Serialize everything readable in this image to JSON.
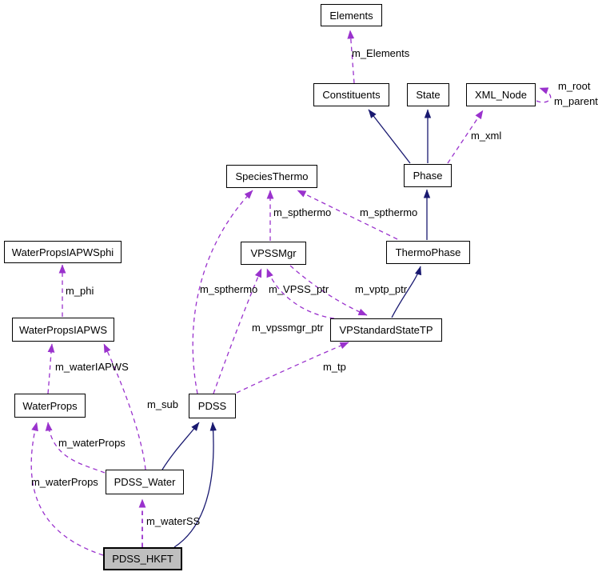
{
  "diagram": {
    "kind": "class-collaboration-graph",
    "focus_node": "PDSS_HKFT"
  },
  "colors": {
    "usage_edge": "#9a32cd",
    "inheritance_edge": "#191970",
    "node_fill": "#ffffff",
    "focus_node_fill": "#bfbfbf",
    "node_border": "#000000",
    "label_color": "#000000",
    "background": "#ffffff"
  },
  "nodes": [
    {
      "id": "elements",
      "label": "Elements"
    },
    {
      "id": "constituents",
      "label": "Constituents"
    },
    {
      "id": "state",
      "label": "State"
    },
    {
      "id": "xml-node",
      "label": "XML_Node"
    },
    {
      "id": "species-thermo",
      "label": "SpeciesThermo"
    },
    {
      "id": "phase",
      "label": "Phase"
    },
    {
      "id": "waterprops-iapws-phi",
      "label": "WaterPropsIAPWSphi"
    },
    {
      "id": "vpssmgr",
      "label": "VPSSMgr"
    },
    {
      "id": "thermo-phase",
      "label": "ThermoPhase"
    },
    {
      "id": "waterprops-iapws",
      "label": "WaterPropsIAPWS"
    },
    {
      "id": "vp-standard-state-tp",
      "label": "VPStandardStateTP"
    },
    {
      "id": "waterprops",
      "label": "WaterProps"
    },
    {
      "id": "pdss",
      "label": "PDSS"
    },
    {
      "id": "pdss-water",
      "label": "PDSS_Water"
    },
    {
      "id": "pdss-hkft",
      "label": "PDSS_HKFT"
    }
  ],
  "edges": [
    {
      "from": "Constituents",
      "to": "Elements",
      "type": "usage",
      "label": "m_Elements"
    },
    {
      "from": "XML_Node",
      "to": "XML_Node",
      "type": "usage",
      "label": "m_root"
    },
    {
      "from": "XML_Node",
      "to": "XML_Node",
      "type": "usage",
      "label": "m_parent"
    },
    {
      "from": "Phase",
      "to": "XML_Node",
      "type": "usage",
      "label": "m_xml"
    },
    {
      "from": "Phase",
      "to": "Constituents",
      "type": "inheritance",
      "label": ""
    },
    {
      "from": "Phase",
      "to": "State",
      "type": "inheritance",
      "label": ""
    },
    {
      "from": "ThermoPhase",
      "to": "Phase",
      "type": "inheritance",
      "label": ""
    },
    {
      "from": "VPSSMgr",
      "to": "SpeciesThermo",
      "type": "usage",
      "label": "m_spthermo"
    },
    {
      "from": "ThermoPhase",
      "to": "SpeciesThermo",
      "type": "usage",
      "label": "m_spthermo"
    },
    {
      "from": "PDSS",
      "to": "SpeciesThermo",
      "type": "usage",
      "label": "m_spthermo"
    },
    {
      "from": "VPStandardStateTP",
      "to": "ThermoPhase",
      "type": "inheritance",
      "label": ""
    },
    {
      "from": "VPStandardStateTP",
      "to": "VPSSMgr",
      "type": "usage",
      "label": "m_VPSS_ptr"
    },
    {
      "from": "VPSSMgr",
      "to": "VPStandardStateTP",
      "type": "usage",
      "label": "m_vptp_ptr"
    },
    {
      "from": "PDSS",
      "to": "VPSSMgr",
      "type": "usage",
      "label": "m_vpssmgr_ptr"
    },
    {
      "from": "WaterPropsIAPWS",
      "to": "WaterPropsIAPWSphi",
      "type": "usage",
      "label": "m_phi"
    },
    {
      "from": "WaterProps",
      "to": "WaterPropsIAPWS",
      "type": "usage",
      "label": "m_waterIAPWS"
    },
    {
      "from": "PDSS",
      "to": "VPStandardStateTP",
      "type": "usage",
      "label": "m_tp"
    },
    {
      "from": "PDSS_Water",
      "to": "WaterPropsIAPWS",
      "type": "usage",
      "label": "m_sub"
    },
    {
      "from": "PDSS_Water",
      "to": "PDSS",
      "type": "inheritance",
      "label": ""
    },
    {
      "from": "PDSS_HKFT",
      "to": "PDSS",
      "type": "inheritance",
      "label": ""
    },
    {
      "from": "PDSS_Water",
      "to": "WaterProps",
      "type": "usage",
      "label": "m_waterProps"
    },
    {
      "from": "PDSS_HKFT",
      "to": "WaterProps",
      "type": "usage",
      "label": "m_waterProps"
    },
    {
      "from": "PDSS_HKFT",
      "to": "PDSS_Water",
      "type": "usage",
      "label": "m_waterSS"
    }
  ]
}
